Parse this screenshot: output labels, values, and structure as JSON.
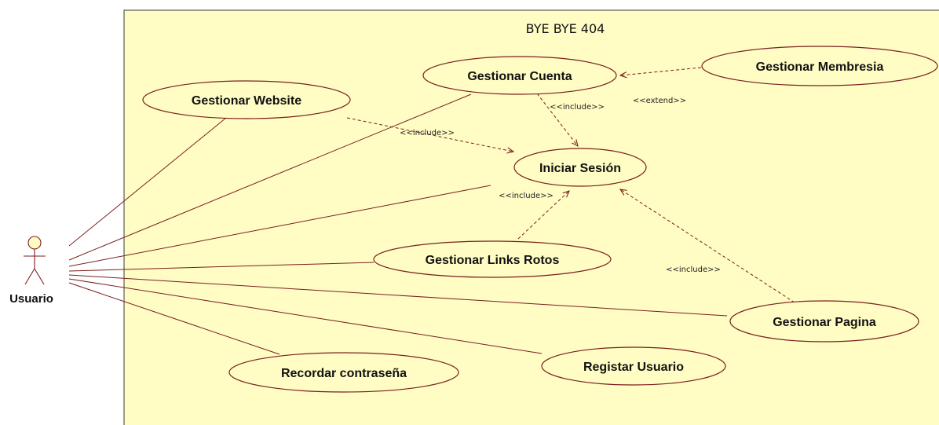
{
  "system": {
    "title": "BYE BYE 404"
  },
  "actor": {
    "label": "Usuario"
  },
  "use_cases": {
    "gestionar_cuenta": "Gestionar Cuenta",
    "gestionar_membresia": "Gestionar Membresia",
    "gestionar_website": "Gestionar Website",
    "iniciar_sesion": "Iniciar Sesión",
    "gestionar_links_rotos": "Gestionar Links Rotos",
    "gestionar_pagina": "Gestionar Pagina",
    "recordar_contrasena": "Recordar contraseña",
    "registar_usuario": "Registar Usuario"
  },
  "stereotypes": {
    "include_cuenta": "<<include>>",
    "extend_membresia": "<<extend>>",
    "include_website": "<<include>>",
    "include_links": "<<include>>",
    "include_pagina": "<<include>>"
  },
  "colors": {
    "fill": "#fffcc4",
    "line": "#7a1f1f"
  }
}
